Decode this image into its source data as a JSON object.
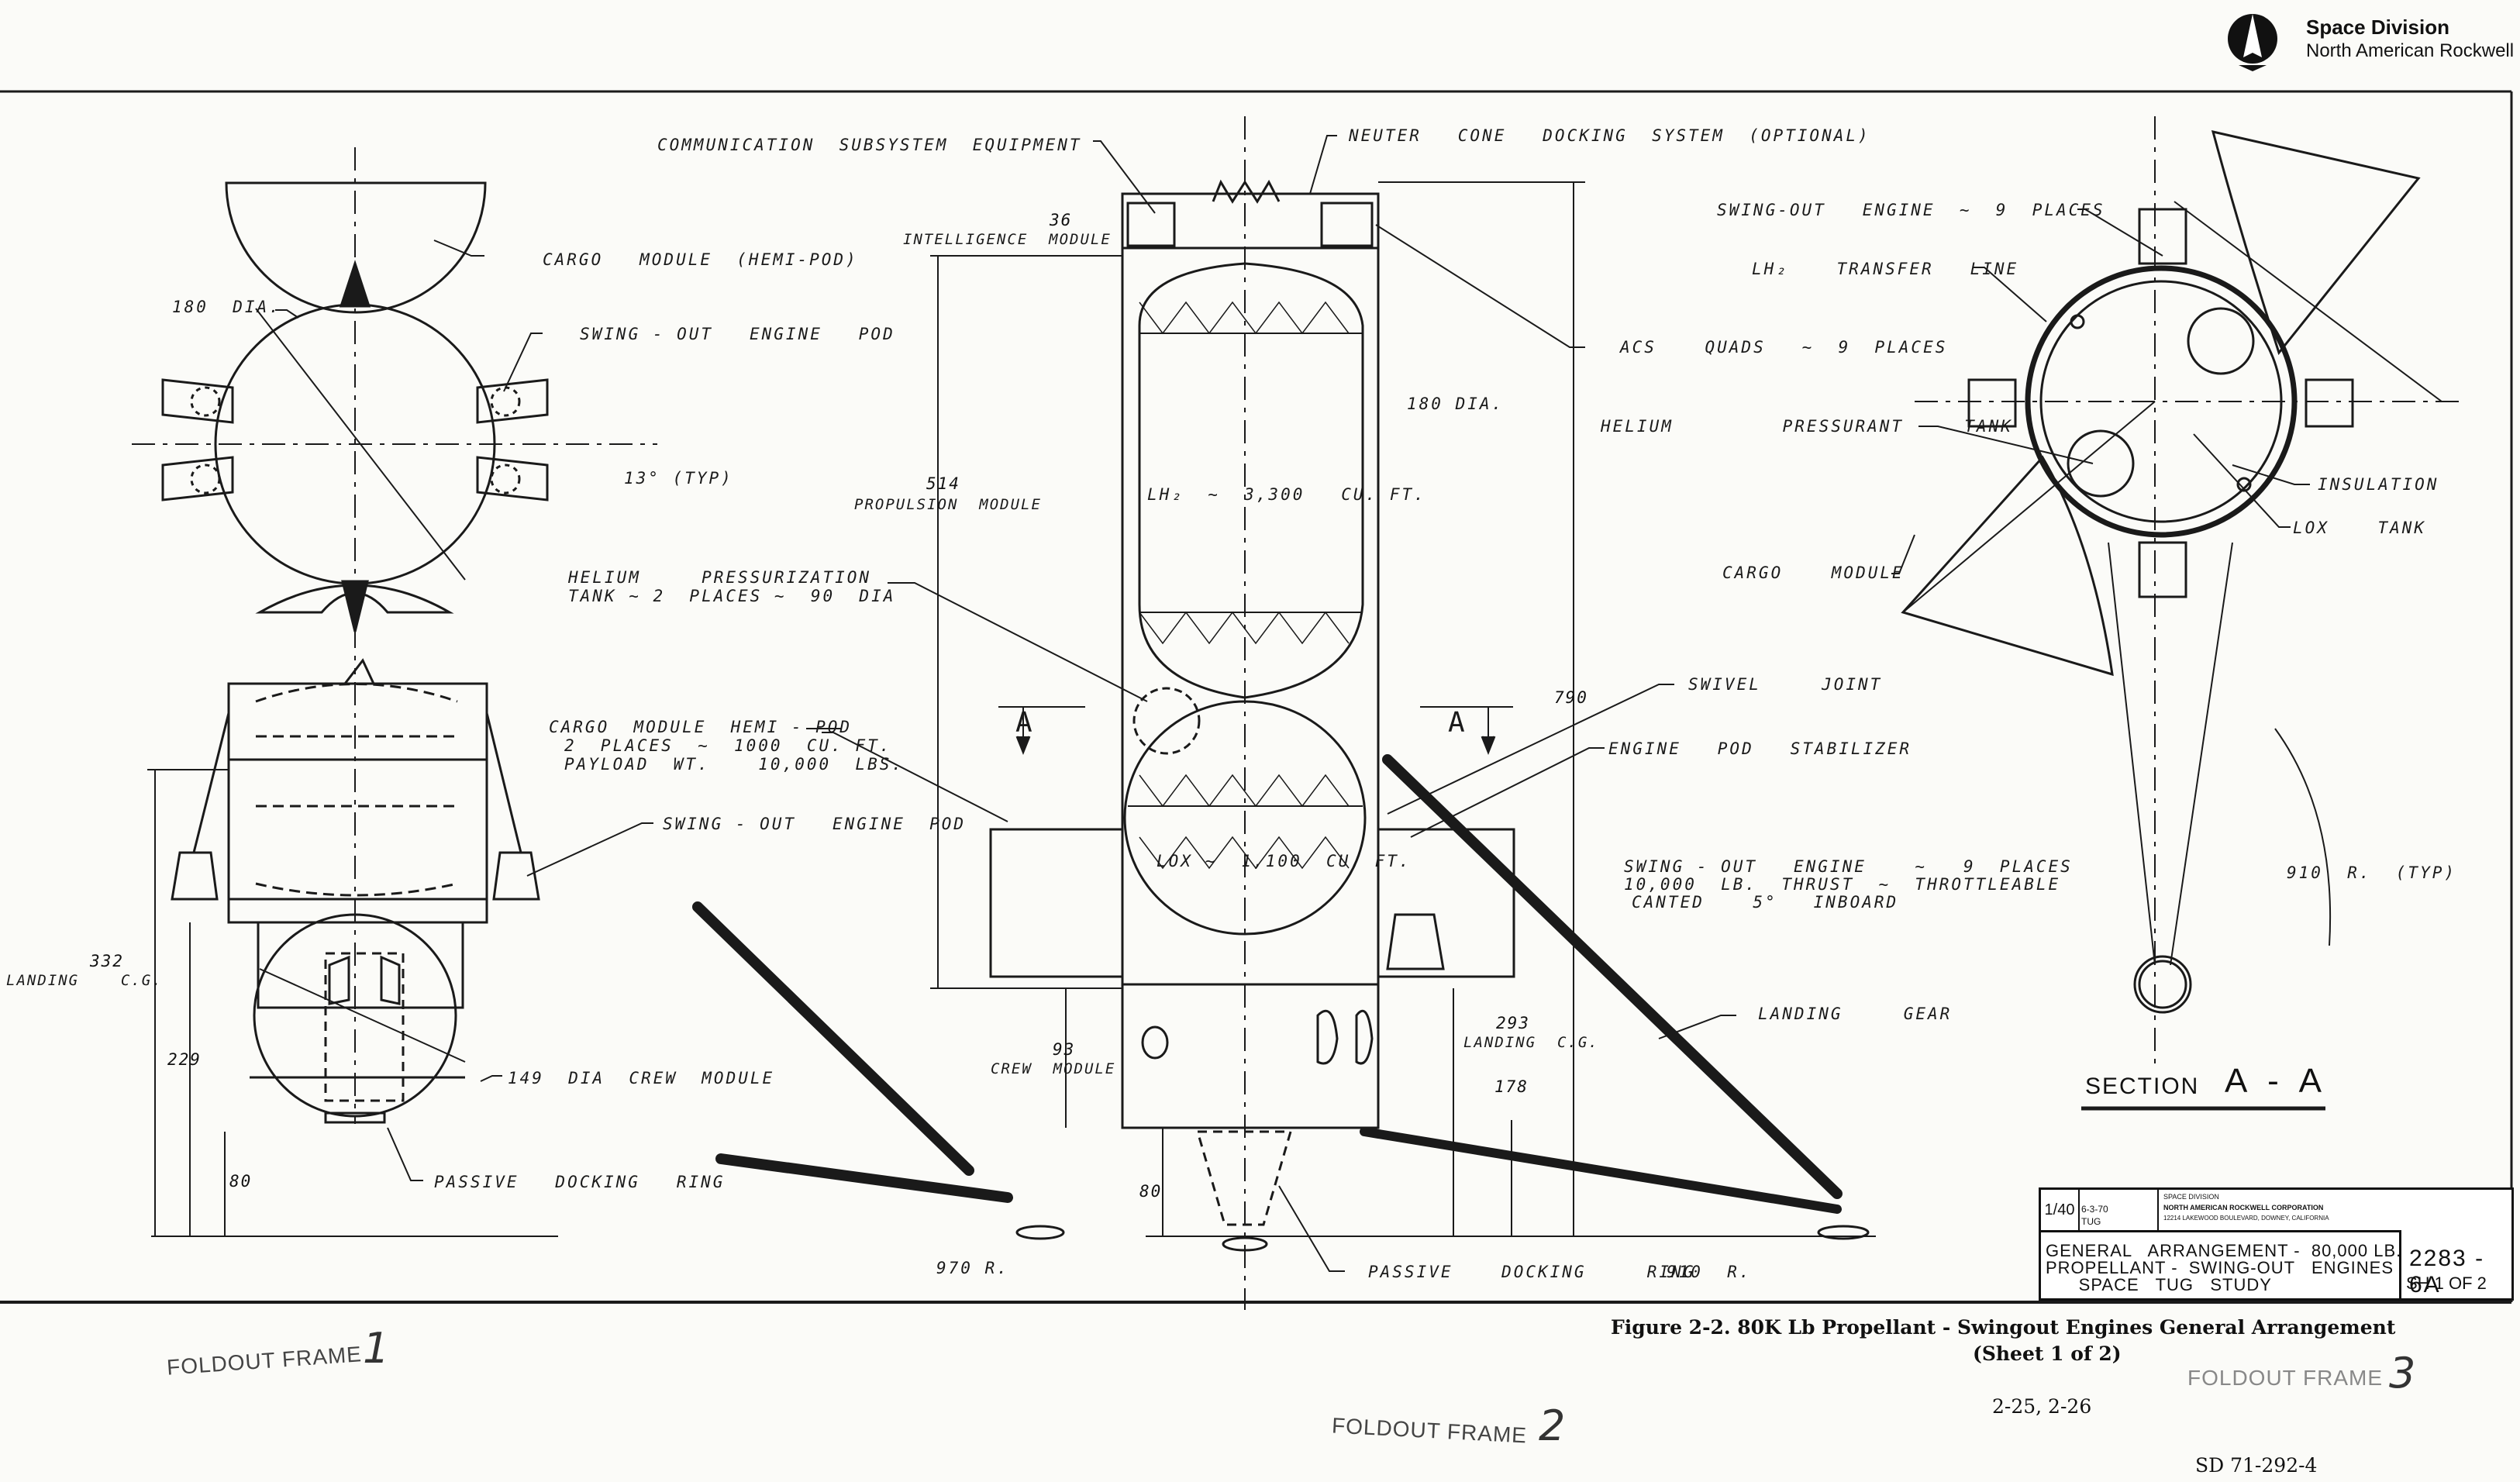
{
  "header": {
    "company_line1": "Space Division",
    "company_line2": "North American Rockwell"
  },
  "labels": {
    "comm_equipment": "COMMUNICATION  SUBSYSTEM  EQUIPMENT",
    "neuter_cone": "NEUTER   CONE   DOCKING  SYSTEM  (OPTIONAL)",
    "intelligence": "INTELLIGENCE  MODULE",
    "cargo_hemi": "CARGO   MODULE  (HEMI-POD)",
    "dia_180_left": "180  DIA.",
    "swing_pod_top": "SWING - OUT   ENGINE   POD",
    "typ_13": "13° (TYP)",
    "helium_tank1": "HELIUM     PRESSURIZATION",
    "helium_tank2": "TANK ~ 2  PLACES ~  90  DIA",
    "cargo_hemi_pod1": "CARGO  MODULE  HEMI - POD",
    "cargo_hemi_pod2": "2  PLACES  ~  1000  CU. FT.",
    "cargo_hemi_pod3": "PAYLOAD  WT.    10,000  LBS.",
    "swing_pod_mid": "SWING - OUT   ENGINE  POD",
    "landing_cg_left": "LANDING    C.G.",
    "crew_module_149": "149  DIA  CREW  MODULE",
    "passive_ring_left": "PASSIVE   DOCKING   RING",
    "propulsion1": "PROPULSION  MODULE",
    "lh2": "LH₂  ~  3,300   CU. FT.",
    "dia_180_center": "180 DIA.",
    "lox": "LOX ~  1,100  CU. FT.",
    "crew_module_93": "CREW  MODULE",
    "landing_cg_center": "LANDING  C.G.",
    "passive_ring_center": "PASSIVE    DOCKING     RING",
    "r910_center": "910  R.",
    "r970": "970 R.",
    "swing_engine_9": "SWING-OUT   ENGINE  ~  9  PLACES",
    "lh2_transfer": "LH₂    TRANSFER   LINE",
    "acs_quads": "ACS    QUADS   ~  9  PLACES",
    "helium_pressurant": "HELIUM         PRESSURANT     TANK",
    "insulation": "INSULATION",
    "lox_tank": "LOX    TANK",
    "cargo_module_sec": "CARGO    MODULE",
    "swivel": "SWIVEL     JOINT",
    "pod_stabilizer": "ENGINE   POD   STABILIZER",
    "swing_engine_thrust1": "SWING - OUT   ENGINE    ~   9  PLACES",
    "swing_engine_thrust2": "10,000  LB.  THRUST  ~  THROTTLEABLE",
    "swing_engine_thrust3": "CANTED    5°   INBOARD",
    "landing_gear": "LANDING     GEAR",
    "r910_typ": "910  R.  (TYP)",
    "section_word": "SECTION",
    "section_aa": "A - A",
    "marker_a": "A"
  },
  "dims": {
    "d36": "36",
    "d514": "514",
    "d790": "790",
    "d332": "332",
    "d229": "229",
    "d80_left": "80",
    "d93": "93",
    "d293": "293",
    "d178": "178",
    "d80_center": "80"
  },
  "title_block": {
    "scale": "1/40",
    "date": "6-3-70",
    "model": "TUG",
    "org1": "SPACE DIVISION",
    "org2": "NORTH AMERICAN ROCKWELL CORPORATION",
    "org3": "12214 LAKEWOOD BOULEVARD, DOWNEY, CALIFORNIA",
    "title_line1": "GENERAL   ARRANGEMENT -  80,000 LB.",
    "title_line2": "PROPELLANT -  SWING-OUT   ENGINES",
    "title_line3": "      SPACE   TUG   STUDY",
    "dwg_no": "2283 - 6A",
    "sheet": "SH 1 OF 2"
  },
  "caption": {
    "line1": "Figure 2-2.  80K Lb Propellant - Swingout Engines General Arrangement",
    "line2": "(Sheet 1 of 2)"
  },
  "footer": {
    "foldout1": "FOLDOUT FRAME",
    "foldout1_num": "1",
    "foldout2": "FOLDOUT FRAME",
    "foldout2_num": "2",
    "foldout3": "FOLDOUT FRAME",
    "foldout3_num": "3",
    "page": "2-25, 2-26",
    "doc": "SD 71-292-4"
  }
}
